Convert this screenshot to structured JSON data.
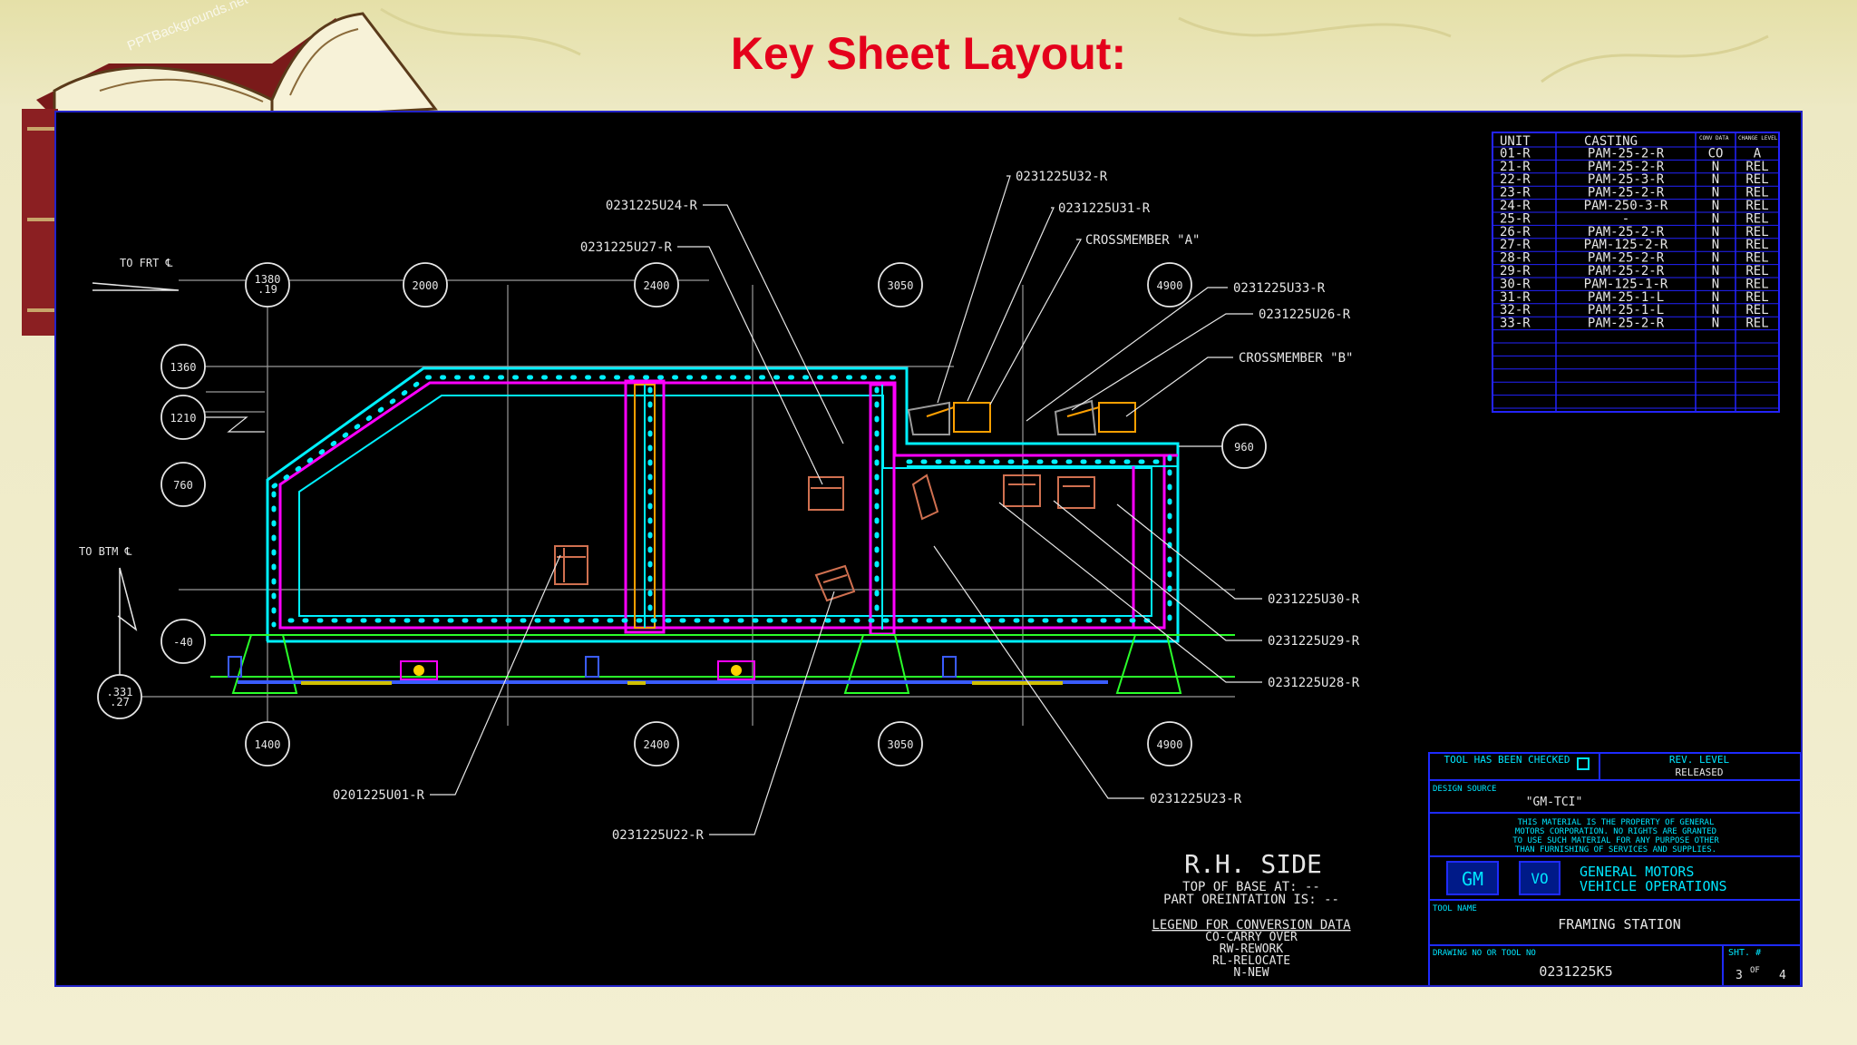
{
  "title": "Key Sheet Layout:",
  "watermark": "PPTBackgrounds.net",
  "datums": {
    "front": "TO FRT ℄",
    "bottom": "TO BTM ℄"
  },
  "top_bubbles": [
    "1380\n.19",
    "2000",
    "2400",
    "3050",
    "4900"
  ],
  "bottom_bubbles": [
    "1400",
    "2400",
    "3050",
    "4900"
  ],
  "left_bubbles": [
    "1360",
    "1210",
    "760",
    "-40",
    ".331\n.27"
  ],
  "right_bubble": "960",
  "callouts": [
    "0231225U32-R",
    "0231225U31-R",
    "CROSSMEMBER \"A\"",
    "0231225U24-R",
    "0231225U27-R",
    "0231225U33-R",
    "0231225U26-R",
    "CROSSMEMBER \"B\"",
    "0231225U30-R",
    "0231225U29-R",
    "0231225U28-R",
    "0231225U23-R",
    "0201225U01-R",
    "0231225U22-R"
  ],
  "unit_table": {
    "headers": [
      "UNIT",
      "CASTING",
      "CONV DATA",
      "CHANGE LEVEL"
    ],
    "rows": [
      [
        "01-R",
        "PAM-25-2-R",
        "CO",
        "A"
      ],
      [
        "21-R",
        "PAM-25-2-R",
        "N",
        "REL"
      ],
      [
        "22-R",
        "PAM-25-3-R",
        "N",
        "REL"
      ],
      [
        "23-R",
        "PAM-25-2-R",
        "N",
        "REL"
      ],
      [
        "24-R",
        "PAM-250-3-R",
        "N",
        "REL"
      ],
      [
        "25-R",
        "-",
        "N",
        "REL"
      ],
      [
        "26-R",
        "PAM-25-2-R",
        "N",
        "REL"
      ],
      [
        "27-R",
        "PAM-125-2-R",
        "N",
        "REL"
      ],
      [
        "28-R",
        "PAM-25-2-R",
        "N",
        "REL"
      ],
      [
        "29-R",
        "PAM-25-2-R",
        "N",
        "REL"
      ],
      [
        "30-R",
        "PAM-125-1-R",
        "N",
        "REL"
      ],
      [
        "31-R",
        "PAM-25-1-L",
        "N",
        "REL"
      ],
      [
        "32-R",
        "PAM-25-1-L",
        "N",
        "REL"
      ],
      [
        "33-R",
        "PAM-25-2-R",
        "N",
        "REL"
      ]
    ]
  },
  "view": {
    "name": "R.H. SIDE",
    "top_of_base": "TOP OF BASE AT: --",
    "orientation": "PART OREINTATION IS: --"
  },
  "legend": {
    "title": "LEGEND FOR CONVERSION DATA",
    "items": [
      "CO-CARRY OVER",
      "RW-REWORK",
      "RL-RELOCATE",
      "N-NEW"
    ]
  },
  "title_block": {
    "tool_checked": "TOOL HAS BEEN CHECKED",
    "rev_label": "REV. LEVEL",
    "rev_value": "RELEASED",
    "design_source_label": "DESIGN SOURCE",
    "design_source": "\"GM-TCI\"",
    "notice": [
      "THIS MATERIAL IS THE PROPERTY OF GENERAL",
      "MOTORS CORPORATION. NO RIGHTS ARE GRANTED",
      "TO USE SUCH MATERIAL FOR ANY PURPOSE OTHER",
      "THAN FURNISHING OF SERVICES AND SUPPLIES."
    ],
    "gm_logo": "GM",
    "vo_logo": "VO",
    "company": [
      "GENERAL MOTORS",
      "VEHICLE OPERATIONS"
    ],
    "tool_name_label": "TOOL NAME",
    "tool_name": "FRAMING STATION",
    "drawing_no_label": "DRAWING NO OR TOOL NO",
    "drawing_no": "0231225K5",
    "sheet_label": "SHT. #",
    "sheet": "3",
    "sheet_of": "OF",
    "sheet_total": "4"
  },
  "colors": {
    "title": "#e4001b",
    "frame": "#00f0ff",
    "magenta": "#ff00ff",
    "grid": "#2323ff",
    "text": "#e6e6e6",
    "cad_blue": "#1e2bff",
    "cad_cyan": "#00e6ff"
  }
}
